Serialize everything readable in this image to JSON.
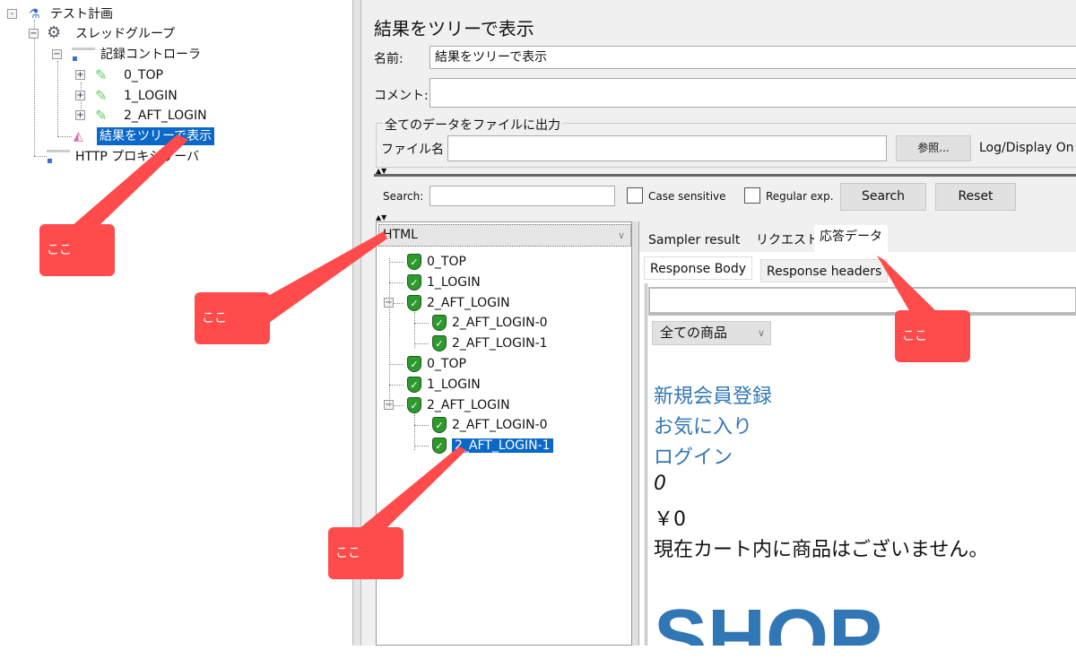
{
  "tree": {
    "items": [
      {
        "label": "テスト計画",
        "icon": "flask-icon"
      },
      {
        "label": "スレッドグループ",
        "icon": "gear-icon"
      },
      {
        "label": "記録コントローラ",
        "icon": "controller-icon"
      },
      {
        "label": "0_TOP",
        "icon": "pipette-icon"
      },
      {
        "label": "1_LOGIN",
        "icon": "pipette-icon"
      },
      {
        "label": "2_AFT_LOGIN",
        "icon": "pipette-icon"
      },
      {
        "label": "結果をツリーで表示",
        "icon": "graph-icon",
        "selected": true
      },
      {
        "label": "HTTP プロキシサーバ",
        "icon": "controller-icon"
      }
    ]
  },
  "panel": {
    "title": "結果をツリーで表示",
    "name_label": "名前:",
    "name_value": "結果をツリーで表示",
    "comment_label": "コメント:",
    "comment_value": "",
    "file_group_title": "全てのデータをファイルに出力",
    "file_label": "ファイル名",
    "file_value": "",
    "browse_label": "参照...",
    "log_display_label": "Log/Display On",
    "search_label": "Search:",
    "search_value": "",
    "case_label": "Case sensitive",
    "regex_label": "Regular exp.",
    "search_button": "Search",
    "reset_button": "Reset",
    "renderer": "HTML"
  },
  "results": [
    {
      "label": "0_TOP",
      "level": 0,
      "status": "success"
    },
    {
      "label": "1_LOGIN",
      "level": 0,
      "status": "success"
    },
    {
      "label": "2_AFT_LOGIN",
      "level": 0,
      "status": "success",
      "expanded": true
    },
    {
      "label": "2_AFT_LOGIN-0",
      "level": 1,
      "status": "success"
    },
    {
      "label": "2_AFT_LOGIN-1",
      "level": 1,
      "status": "success"
    },
    {
      "label": "0_TOP",
      "level": 0,
      "status": "success"
    },
    {
      "label": "1_LOGIN",
      "level": 0,
      "status": "success"
    },
    {
      "label": "2_AFT_LOGIN",
      "level": 0,
      "status": "success",
      "expanded": true
    },
    {
      "label": "2_AFT_LOGIN-0",
      "level": 1,
      "status": "success"
    },
    {
      "label": "2_AFT_LOGIN-1",
      "level": 1,
      "status": "success",
      "selected": true
    }
  ],
  "tabs": [
    "Sampler result",
    "リクエスト",
    "応答データ"
  ],
  "active_tab": "応答データ",
  "subtabs": [
    "Response Body",
    "Response headers"
  ],
  "active_subtab": "Response Body",
  "response": {
    "category_select": "全ての商品",
    "links": [
      "新規会員登録",
      "お気に入り",
      "ログイン"
    ],
    "count": "0",
    "price": "￥0",
    "cart_message": "現在カート内に商品はございません。",
    "shop_logo": "SHOP"
  },
  "callouts": [
    "ここ",
    "ここ",
    "ここ",
    "ここ"
  ],
  "colors": {
    "selection": "#0a68c8",
    "callout": "#ff4b4b",
    "link": "#3277b5",
    "success": "#2e9a2e"
  }
}
